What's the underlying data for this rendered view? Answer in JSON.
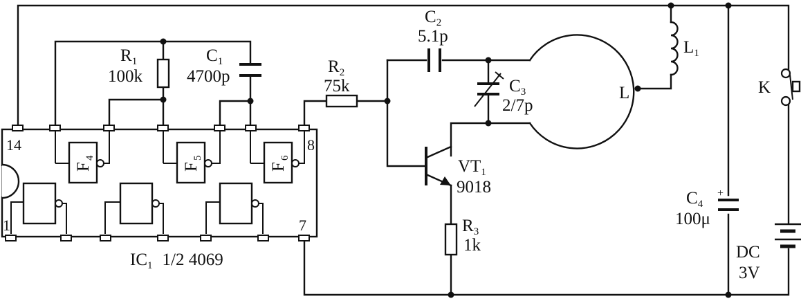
{
  "components": {
    "R1": {
      "ref": "R",
      "sub": "1",
      "value": "100k"
    },
    "C1": {
      "ref": "C",
      "sub": "1",
      "value": "4700p"
    },
    "R2": {
      "ref": "R",
      "sub": "2",
      "value": "75k"
    },
    "C2": {
      "ref": "C",
      "sub": "2",
      "value": "5.1p"
    },
    "C3": {
      "ref": "C",
      "sub": "3",
      "value": "2/7p"
    },
    "L1": {
      "ref": "L",
      "sub": "1"
    },
    "L": {
      "ref": "L"
    },
    "K": {
      "ref": "K"
    },
    "VT1": {
      "ref": "VT",
      "sub": "1",
      "value": "9018"
    },
    "R3": {
      "ref": "R",
      "sub": "3",
      "value": "1k"
    },
    "C4": {
      "ref": "C",
      "sub": "4",
      "value": "100μ",
      "polarity": "+"
    },
    "DC": {
      "line1": "DC",
      "line2": "3V"
    }
  },
  "ic": {
    "ref": "IC",
    "sub": "1",
    "desc": "1/2 4069",
    "pin14": "14",
    "pin8": "8",
    "pin1": "1",
    "pin7": "7",
    "gates": [
      {
        "ref": "F",
        "sub": "4"
      },
      {
        "ref": "F",
        "sub": "5"
      },
      {
        "ref": "F",
        "sub": "6"
      }
    ]
  }
}
